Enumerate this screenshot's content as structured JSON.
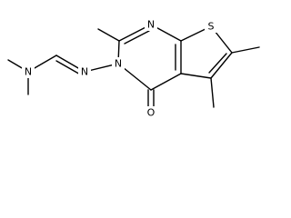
{
  "molecule": {
    "atoms": {
      "n_amine": "N",
      "n_imine": "N",
      "n_ring3": "N",
      "n_ring1": "N",
      "s_thiophene": "S",
      "o_carbonyl": "O"
    },
    "colors": {
      "bond": "#000000",
      "label": "#000000",
      "background": "#ffffff"
    }
  }
}
